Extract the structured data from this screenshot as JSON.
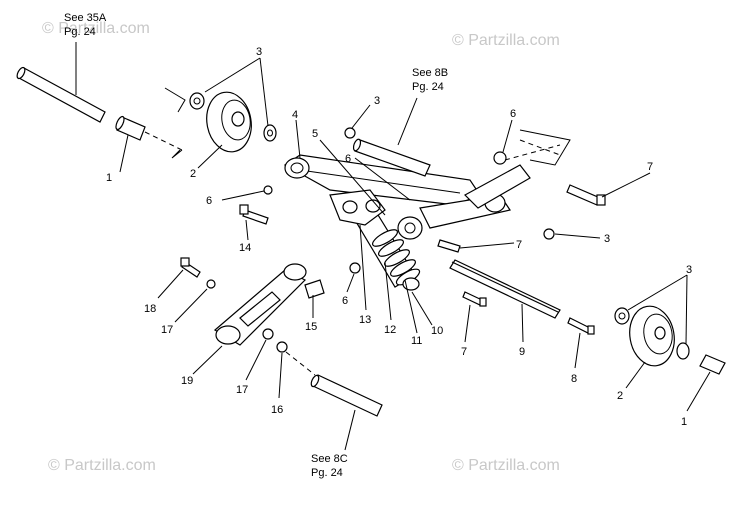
{
  "watermark": "© Partzilla.com",
  "references": [
    {
      "id": "ref-35a",
      "line1": "See 35A",
      "line2": "Pg. 24"
    },
    {
      "id": "ref-8b",
      "line1": "See 8B",
      "line2": "Pg. 24"
    },
    {
      "id": "ref-8c",
      "line1": "See 8C",
      "line2": "Pg. 24"
    }
  ],
  "callouts": [
    "3",
    "1",
    "2",
    "4",
    "5",
    "3",
    "6",
    "6",
    "14",
    "18",
    "17",
    "19",
    "17",
    "16",
    "15",
    "6",
    "13",
    "12",
    "11",
    "10",
    "7",
    "9",
    "7",
    "8",
    "6",
    "7",
    "3",
    "3",
    "2",
    "1"
  ]
}
